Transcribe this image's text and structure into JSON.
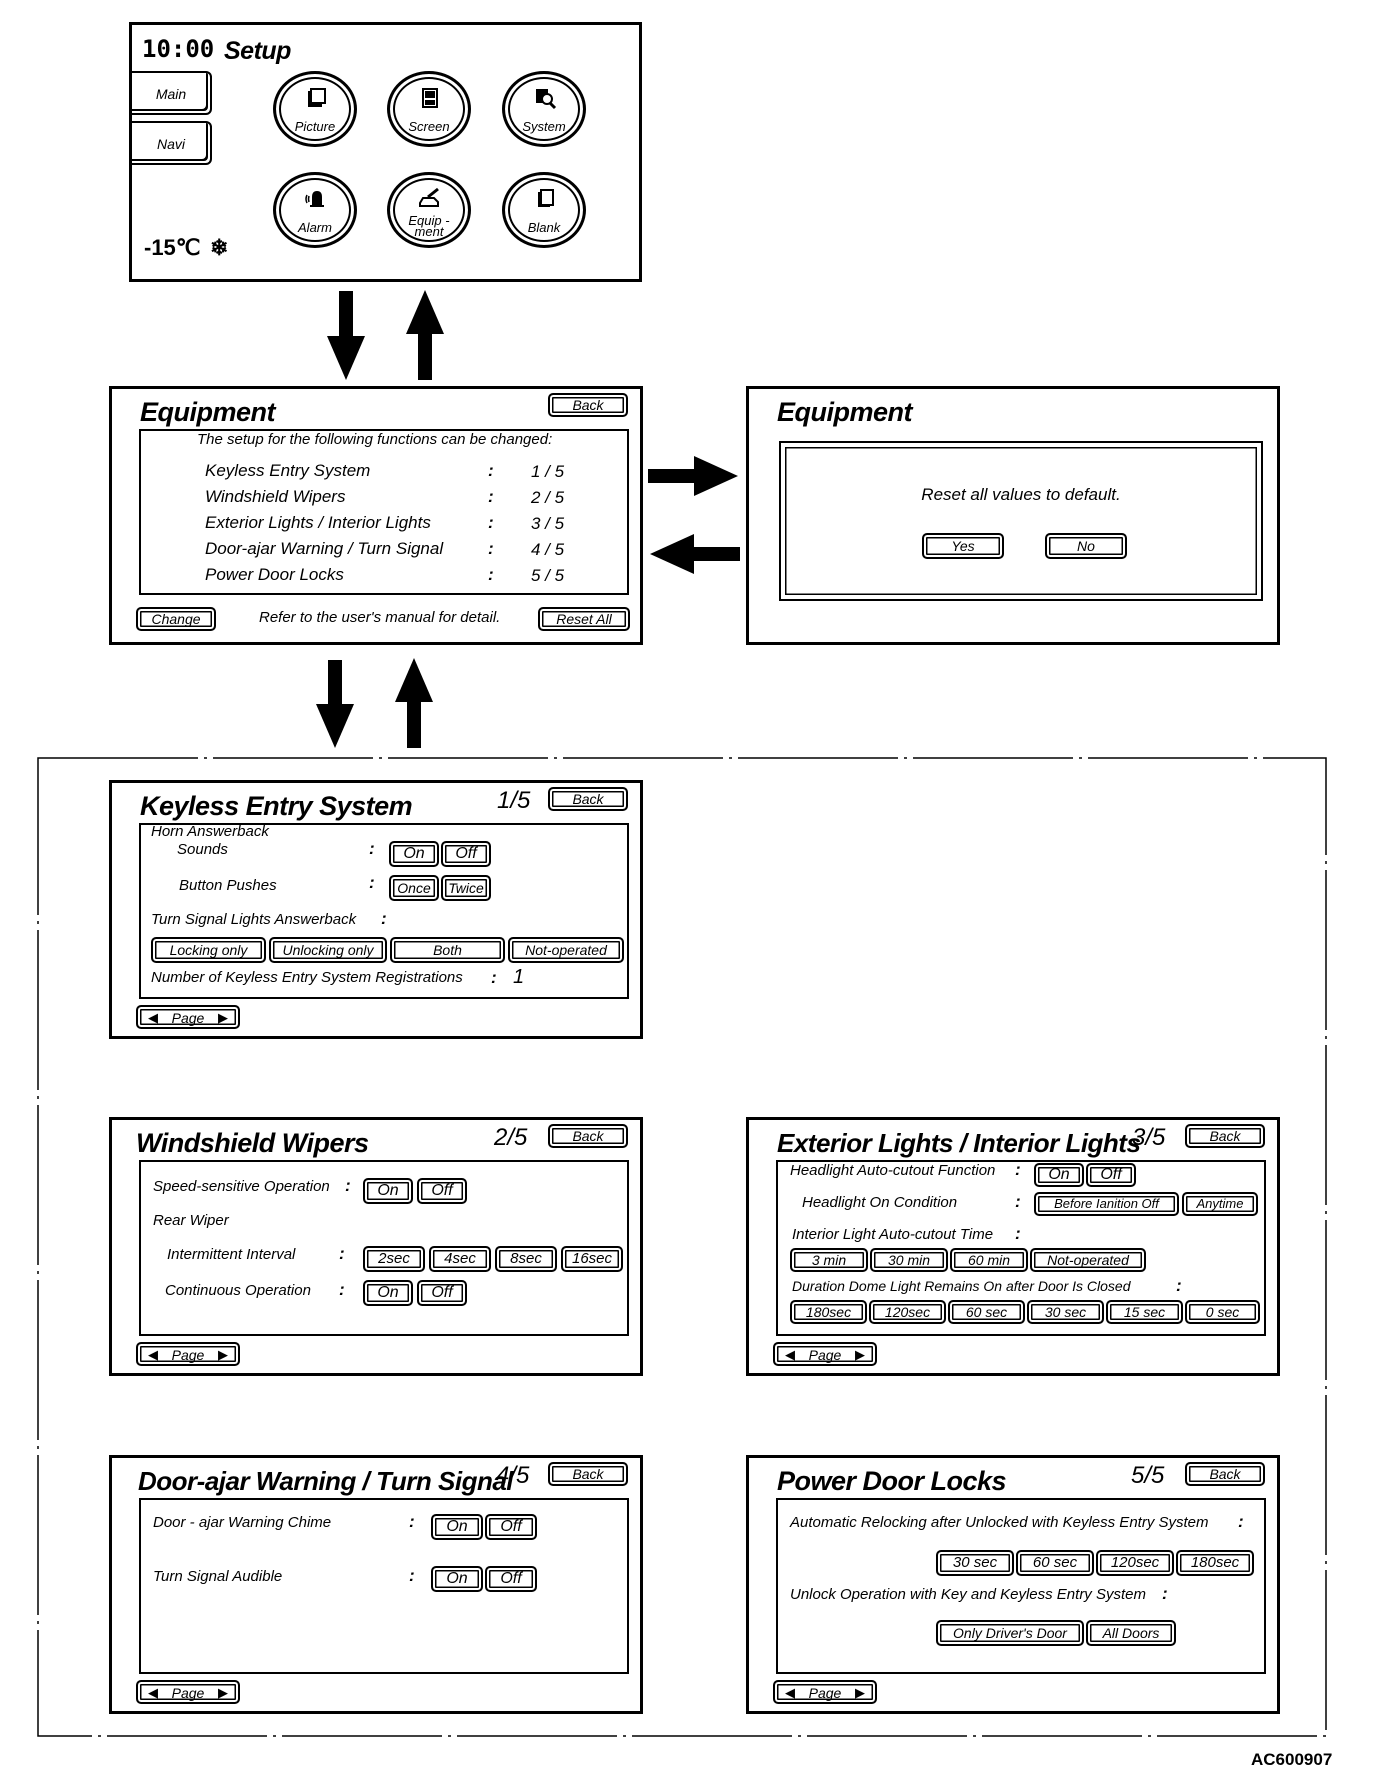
{
  "setup": {
    "time": "10:00",
    "title": "Setup",
    "tabs": [
      "Main",
      "Navi"
    ],
    "temp": "-15℃",
    "items": [
      {
        "label": "Picture",
        "icon": "picture-icon"
      },
      {
        "label": "Screen",
        "icon": "screen-icon"
      },
      {
        "label": "System",
        "icon": "system-icon"
      },
      {
        "label": "Alarm",
        "icon": "alarm-icon"
      },
      {
        "label": "Equip -\nment",
        "icon": "equipment-icon"
      },
      {
        "label": "Blank",
        "icon": "blank-icon"
      }
    ]
  },
  "equipment": {
    "title": "Equipment",
    "back": "Back",
    "intro": "The setup for the following functions can be  changed:",
    "rows": [
      {
        "name": "Keyless Entry System",
        "page": "1 / 5"
      },
      {
        "name": "Windshield Wipers",
        "page": "2 / 5"
      },
      {
        "name": "Exterior Lights / Interior Lights",
        "page": "3 / 5"
      },
      {
        "name": "Door-ajar Warning / Turn Signal",
        "page": "4 / 5"
      },
      {
        "name": "Power Door Locks",
        "page": "5 / 5"
      }
    ],
    "change": "Change",
    "refer": "Refer to the user's manual for detail.",
    "reset_all": "Reset All"
  },
  "reset_dialog": {
    "title": "Equipment",
    "message": "Reset all values to default.",
    "yes": "Yes",
    "no": "No"
  },
  "keyless": {
    "title": "Keyless Entry System",
    "page": "1/5",
    "back": "Back",
    "horn": "Horn Answerback",
    "sounds": "Sounds",
    "on": "On",
    "off": "Off",
    "button_pushes": "Button Pushes",
    "once": "Once",
    "twice": "Twice",
    "turn_signal": "Turn Signal Lights Answerback",
    "options": [
      "Locking only",
      "Unlocking only",
      "Both",
      "Not-operated"
    ],
    "registrations": "Number of Keyless Entry System Registrations",
    "reg_count": "1",
    "page_label": "Page"
  },
  "wipers": {
    "title": "Windshield Wipers",
    "page": "2/5",
    "back": "Back",
    "speed": "Speed-sensitive Operation",
    "on": "On",
    "off": "Off",
    "rear": "Rear Wiper",
    "intermittent": "Intermittent Interval",
    "intervals": [
      "2sec",
      "4sec",
      "8sec",
      "16sec"
    ],
    "continuous": "Continuous Operation",
    "page_label": "Page"
  },
  "lights": {
    "title": "Exterior Lights / Interior Lights",
    "page": "3/5",
    "back": "Back",
    "headlight_cutout": "Headlight Auto-cutout Function",
    "on": "On",
    "off": "Off",
    "headlight_on": "Headlight On Condition",
    "conditions": [
      "Before Ianition Off",
      "Anytime"
    ],
    "interior_cutout": "Interior Light Auto-cutout Time",
    "times": [
      "3 min",
      "30 min",
      "60 min",
      "Not-operated"
    ],
    "dome": "Duration Dome Light Remains On after Door Is  Closed",
    "durations": [
      "180sec",
      "120sec",
      "60 sec",
      "30 sec",
      "15 sec",
      "0 sec"
    ],
    "page_label": "Page"
  },
  "doorajar": {
    "title": "Door-ajar Warning / Turn Signal",
    "page": "4/5",
    "back": "Back",
    "chime": "Door - ajar Warning Chime",
    "audible": "Turn Signal Audible",
    "on": "On",
    "off": "Off",
    "page_label": "Page"
  },
  "locks": {
    "title": "Power Door Locks",
    "page": "5/5",
    "back": "Back",
    "relock": "Automatic Relocking after Unlocked with Keyless Entry System",
    "relock_times": [
      "30 sec",
      "60 sec",
      "120sec",
      "180sec"
    ],
    "unlock": "Unlock Operation with Key and Keyless Entry System",
    "unlock_opts": [
      "Only Driver's Door",
      "All Doors"
    ],
    "page_label": "Page"
  },
  "figure_code": "AC600907"
}
